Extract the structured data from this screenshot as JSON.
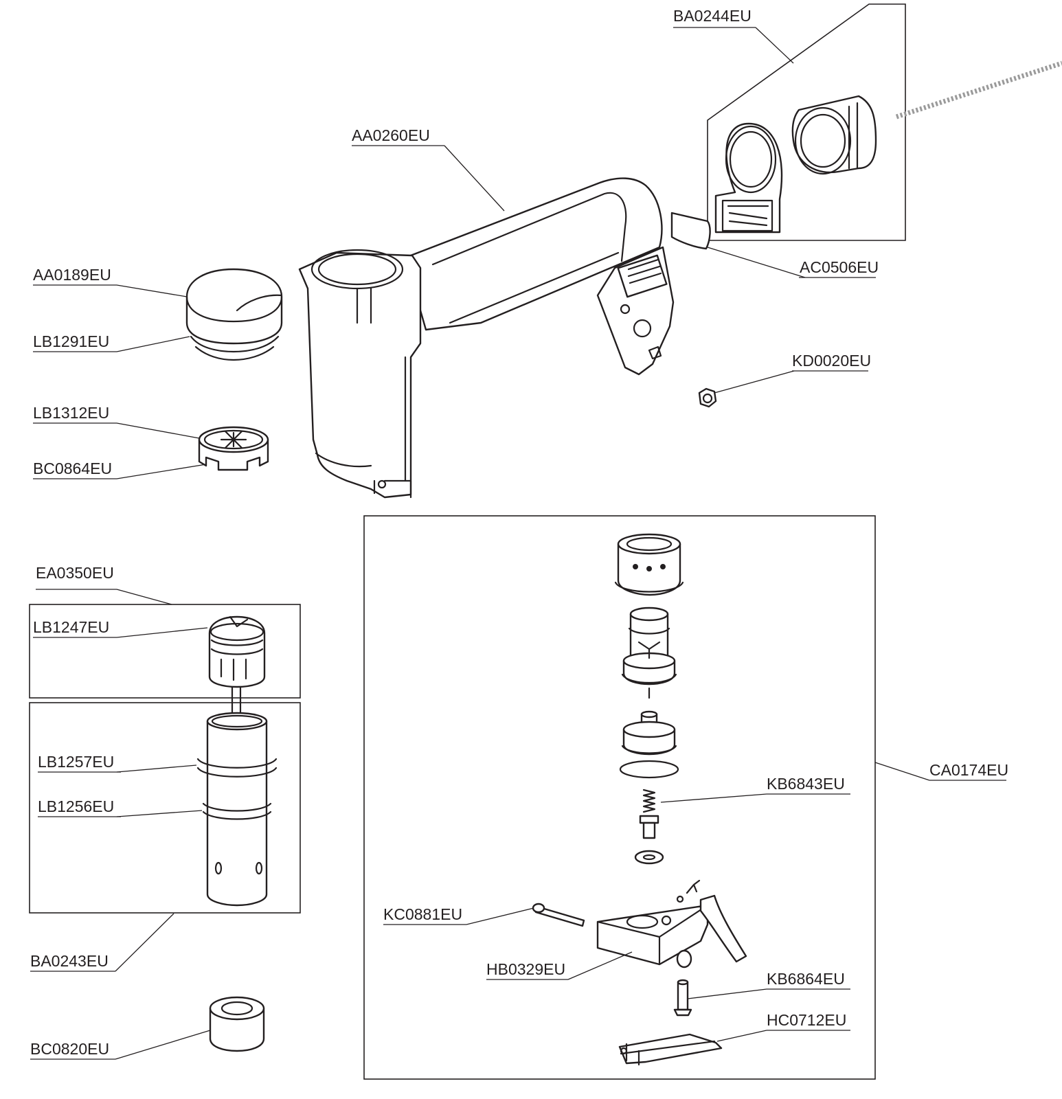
{
  "labels": {
    "BA0244EU": "BA0244EU",
    "AA0260EU": "AA0260EU",
    "AC0506EU": "AC0506EU",
    "AA0189EU": "AA0189EU",
    "LB1291EU": "LB1291EU",
    "KD0020EU": "KD0020EU",
    "LB1312EU": "LB1312EU",
    "BC0864EU": "BC0864EU",
    "EA0350EU": "EA0350EU",
    "LB1247EU": "LB1247EU",
    "LB1257EU": "LB1257EU",
    "LB1256EU": "LB1256EU",
    "BA0243EU": "BA0243EU",
    "BC0820EU": "BC0820EU",
    "CA0174EU": "CA0174EU",
    "KB6843EU": "KB6843EU",
    "KC0881EU": "KC0881EU",
    "HB0329EU": "HB0329EU",
    "KB6864EU": "KB6864EU",
    "HC0712EU": "HC0712EU"
  }
}
